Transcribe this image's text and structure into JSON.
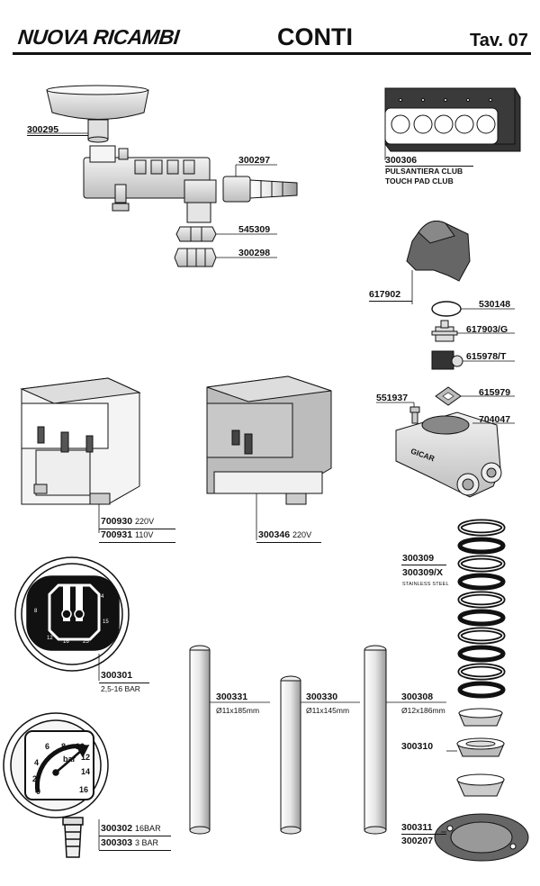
{
  "header": {
    "brand": "NUOVA RICAMBI",
    "model": "CONTI",
    "table": "Tav. 07"
  },
  "parts": {
    "p300295": {
      "code": "300295"
    },
    "p300297": {
      "code": "300297"
    },
    "p545309": {
      "code": "545309"
    },
    "p300298": {
      "code": "300298"
    },
    "p300306": {
      "code": "300306",
      "line1": "PULSANTIERA CLUB",
      "line2": "TOUCH PAD CLUB"
    },
    "p617902": {
      "code": "617902"
    },
    "p530148": {
      "code": "530148"
    },
    "p617903": {
      "code": "617903/G"
    },
    "p615978": {
      "code": "615978/T"
    },
    "p615979": {
      "code": "615979"
    },
    "p551937": {
      "code": "551937"
    },
    "p704047": {
      "code": "704047"
    },
    "p700930": {
      "code": "700930",
      "note": "220V"
    },
    "p700931": {
      "code": "700931",
      "note": "110V"
    },
    "p300346": {
      "code": "300346",
      "note": "220V"
    },
    "p300309": {
      "code": "300309"
    },
    "p300309x": {
      "code": "300309/X",
      "note": "STAINLESS STEEL"
    },
    "p300301": {
      "code": "300301",
      "range": "2,5-16 BAR"
    },
    "p300331": {
      "code": "300331",
      "dim": "Ø11x185mm"
    },
    "p300330": {
      "code": "300330",
      "dim": "Ø11x145mm"
    },
    "p300308": {
      "code": "300308",
      "dim": "Ø12x186mm"
    },
    "p300310": {
      "code": "300310"
    },
    "p300302": {
      "code": "300302",
      "note": "16BAR"
    },
    "p300303": {
      "code": "300303",
      "note": "3 BAR"
    },
    "p300311": {
      "code": "300311"
    },
    "p300207": {
      "code": "300207"
    }
  },
  "gauge_small": {
    "labels": [
      "8",
      "12",
      "16",
      "25",
      "15",
      "4"
    ]
  },
  "gauge_large": {
    "labels": [
      "6",
      "8",
      "10",
      "4",
      "12",
      "2",
      "14",
      "0",
      "16"
    ],
    "unit": "bar"
  },
  "valve_brand": "GICAR",
  "colors": {
    "ink": "#111111",
    "part_gray": "#d9d9d9",
    "dark_gray": "#555555"
  }
}
